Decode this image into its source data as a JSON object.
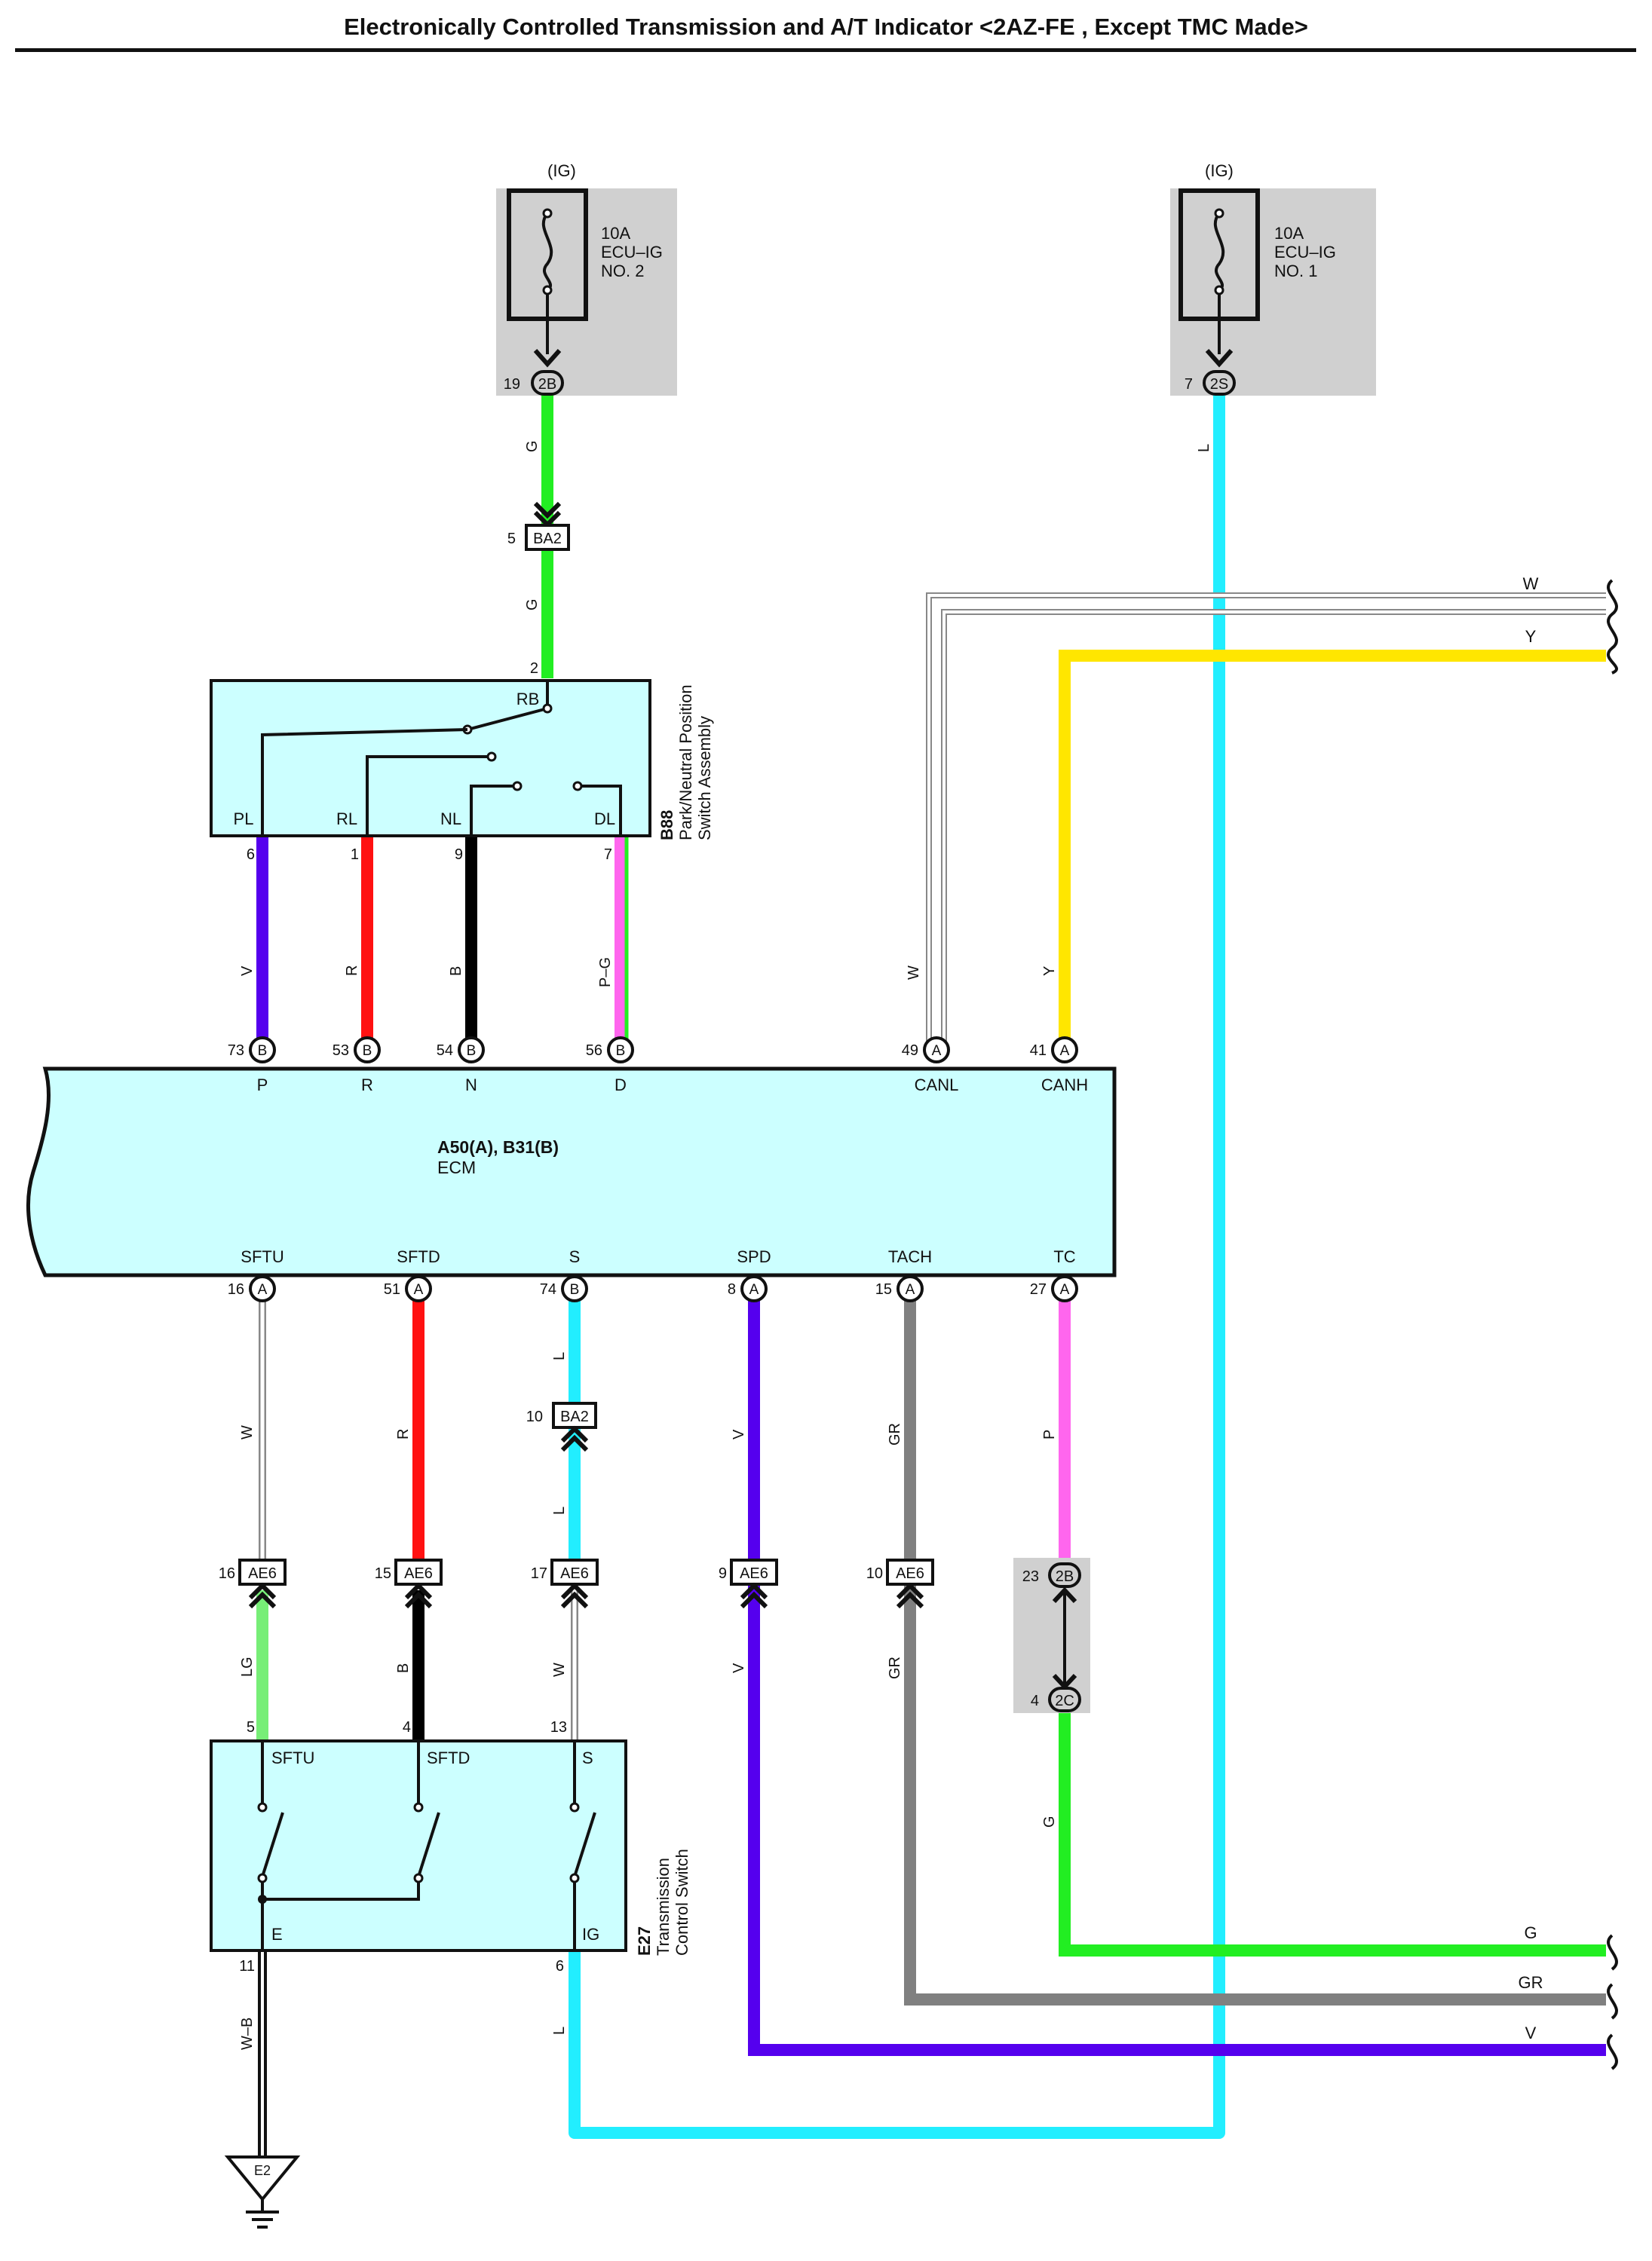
{
  "title": "Electronically Controlled Transmission and A/T Indicator <2AZ-FE , Except TMC Made>",
  "colors": {
    "G": "#22ee22",
    "L": "#22eeff",
    "W": "#ffffff",
    "Y": "#ffe600",
    "V": "#5500ee",
    "R": "#ff1111",
    "B": "#000000",
    "LG": "#77ee77",
    "GR": "#808080",
    "P": "#ff66ee",
    "PG_pink": "#ff66ee",
    "PG_green": "#22ee22",
    "component_fill": "#ccffff",
    "fuse_bg": "#d0d0d0"
  },
  "fuses": [
    {
      "power": "(IG)",
      "rating": "10A",
      "name1": "ECU–IG",
      "name2": "NO. 2",
      "pin": "19",
      "conn": "2B"
    },
    {
      "power": "(IG)",
      "rating": "10A",
      "name1": "ECU–IG",
      "name2": "NO. 1",
      "pin": "7",
      "conn": "2S"
    }
  ],
  "connectors": {
    "ba2_top": {
      "pin": "5",
      "name": "BA2"
    },
    "ba2_mid": {
      "pin": "10",
      "name": "BA2"
    },
    "ae6": [
      {
        "pin": "16",
        "name": "AE6"
      },
      {
        "pin": "15",
        "name": "AE6"
      },
      {
        "pin": "17",
        "name": "AE6"
      },
      {
        "pin": "9",
        "name": "AE6"
      },
      {
        "pin": "10",
        "name": "AE6"
      }
    ],
    "j2b": {
      "pin": "23",
      "name": "2B"
    },
    "j2c": {
      "pin": "4",
      "name": "2C"
    }
  },
  "b88": {
    "code": "B88",
    "name1": "Park/Neutral Position",
    "name2": "Switch Assembly",
    "in_pin": "2",
    "in_label": "RB",
    "terminals": [
      {
        "label": "PL",
        "pin": "6"
      },
      {
        "label": "RL",
        "pin": "1"
      },
      {
        "label": "NL",
        "pin": "9"
      },
      {
        "label": "DL",
        "pin": "7"
      }
    ]
  },
  "ecm": {
    "code": "A50(A), B31(B)",
    "name": "ECM",
    "top": [
      {
        "pin": "73",
        "conn": "B",
        "label": "P"
      },
      {
        "pin": "53",
        "conn": "B",
        "label": "R"
      },
      {
        "pin": "54",
        "conn": "B",
        "label": "N"
      },
      {
        "pin": "56",
        "conn": "B",
        "label": "D"
      },
      {
        "pin": "49",
        "conn": "A",
        "label": "CANL"
      },
      {
        "pin": "41",
        "conn": "A",
        "label": "CANH"
      }
    ],
    "bottom": [
      {
        "pin": "16",
        "conn": "A",
        "label": "SFTU"
      },
      {
        "pin": "51",
        "conn": "A",
        "label": "SFTD"
      },
      {
        "pin": "74",
        "conn": "B",
        "label": "S"
      },
      {
        "pin": "8",
        "conn": "A",
        "label": "SPD"
      },
      {
        "pin": "15",
        "conn": "A",
        "label": "TACH"
      },
      {
        "pin": "27",
        "conn": "A",
        "label": "TC"
      }
    ]
  },
  "e27": {
    "code": "E27",
    "name1": "Transmission",
    "name2": "Control Switch",
    "top": [
      {
        "pin": "5",
        "label": "SFTU"
      },
      {
        "pin": "4",
        "label": "SFTD"
      },
      {
        "pin": "13",
        "label": "S"
      }
    ],
    "bottom": [
      {
        "pin": "11",
        "label": "E"
      },
      {
        "pin": "6",
        "label": "IG"
      }
    ]
  },
  "ground": {
    "name": "E2"
  },
  "wire_labels": {
    "g_fuse": "G",
    "g_ba2": "G",
    "l_fuse": "L",
    "pl": "V",
    "rl": "R",
    "nl": "B",
    "dl": "P–G",
    "canl": "W",
    "canh": "Y",
    "sftu": "W",
    "sftd": "R",
    "s_upper": "L",
    "s_lower": "L",
    "spd": "V",
    "tach": "GR",
    "tc": "P",
    "sftu_low": "LG",
    "sftd_low": "B",
    "s_low": "W",
    "spd_low": "V",
    "tach_low": "GR",
    "g_2c": "G",
    "e_ground": "W–B",
    "ig_l": "L"
  },
  "right_edge": [
    "W",
    "Y",
    "G",
    "GR",
    "V"
  ]
}
